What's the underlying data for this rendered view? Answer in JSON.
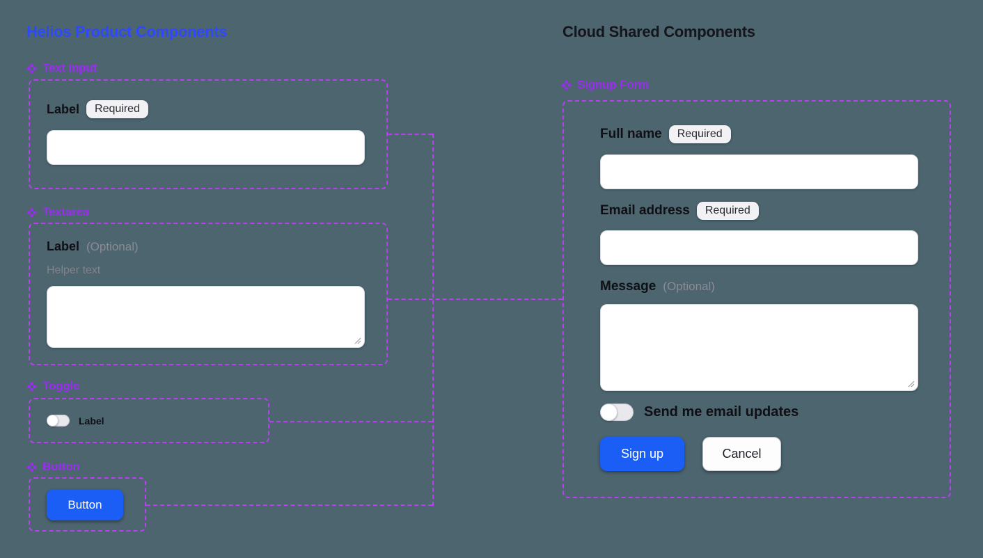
{
  "colors": {
    "background": "#4c656e",
    "left_title_blue": "#2e49fb",
    "right_title_dark": "#15151c",
    "component_purple": "#9b2cf2",
    "connector_purple": "#b940f2",
    "primary_button_blue": "#1b5ef5"
  },
  "left_panel": {
    "title": "Helios Product Components",
    "text_input": {
      "header": "Text Input",
      "label": "Label",
      "badge": "Required",
      "value": "",
      "placeholder": ""
    },
    "textarea": {
      "header": "Textarea",
      "label": "Label",
      "optional": "(Optional)",
      "helper": "Helper text",
      "value": ""
    },
    "toggle": {
      "header": "Toggle",
      "label": "Label",
      "state": "off"
    },
    "button": {
      "header": "Button",
      "label": "Button"
    }
  },
  "right_panel": {
    "title": "Cloud Shared Components",
    "signup_form": {
      "header": "Signup Form",
      "full_name": {
        "label": "Full name",
        "badge": "Required",
        "value": "",
        "placeholder": ""
      },
      "email": {
        "label": "Email address",
        "badge": "Required",
        "value": "",
        "placeholder": ""
      },
      "message": {
        "label": "Message",
        "optional": "(Optional)",
        "value": ""
      },
      "updates_toggle": {
        "label": "Send me email updates",
        "state": "off"
      },
      "primary_button": "Sign up",
      "secondary_button": "Cancel"
    }
  }
}
